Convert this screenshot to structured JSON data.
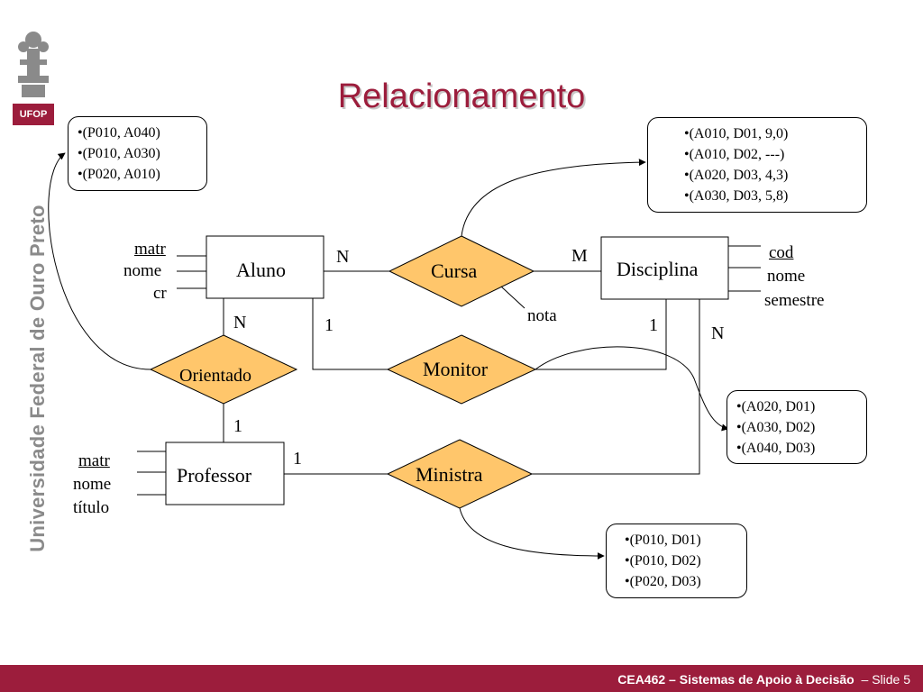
{
  "header": {
    "logo_text": "UFOP",
    "university_name": "Universidade Federal de Ouro Preto",
    "title": "Relacionamento"
  },
  "entities": {
    "aluno": {
      "label": "Aluno",
      "attributes": [
        "matr",
        "nome",
        "cr"
      ]
    },
    "disciplina": {
      "label": "Disciplina",
      "attributes": [
        "cod",
        "nome",
        "semestre"
      ]
    },
    "professor": {
      "label": "Professor",
      "attributes": [
        "matr",
        "nome",
        "título"
      ]
    }
  },
  "relationships": {
    "cursa": {
      "label": "Cursa",
      "attribute": "nota",
      "card_left": "N",
      "card_right": "M"
    },
    "monitor": {
      "label": "Monitor",
      "card_left": "1",
      "card_right": "1"
    },
    "orientado": {
      "label": "Orientado",
      "card_top": "N",
      "card_bottom": "1"
    },
    "ministra": {
      "label": "Ministra",
      "card_left": "1",
      "card_disciplina": "N"
    }
  },
  "tuple_boxes": {
    "orientado_tuples": [
      "•(P010, A040)",
      "•(P010, A030)",
      "•(P020, A010)"
    ],
    "cursa_tuples": [
      "•(A010, D01,  9,0)",
      "•(A010, D02, ---)",
      "•(A020, D03, 4,3)",
      "•(A030, D03, 5,8)"
    ],
    "monitor_tuples": [
      "•(A020, D01)",
      "•(A030, D02)",
      "•(A040, D03)"
    ],
    "ministra_tuples": [
      "•(P010, D01)",
      "•(P010, D02)",
      "•(P020, D03)"
    ]
  },
  "footer": {
    "course": "CEA462 – Sistemas de Apoio à Decisão",
    "slide": "– Slide 5"
  },
  "colors": {
    "brand": "#9c1d3c",
    "diamond_fill": "#ffc66b",
    "sidebar_text": "#8a8a8a"
  }
}
